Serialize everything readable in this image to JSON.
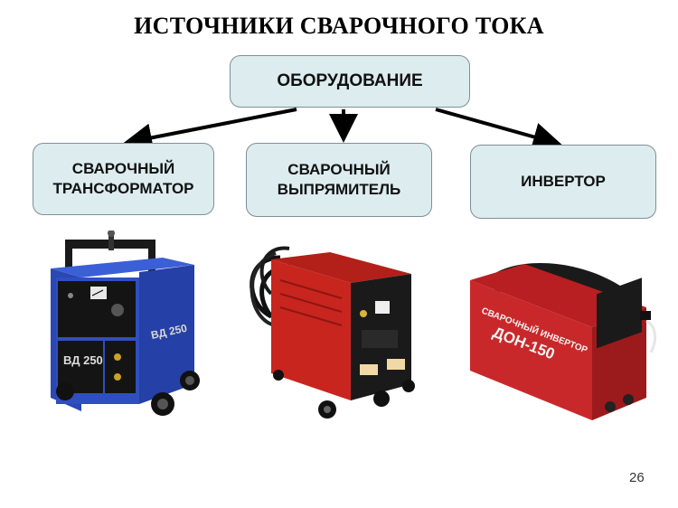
{
  "title": "ИСТОЧНИКИ СВАРОЧНОГО ТОКА",
  "root": {
    "label": "ОБОРУДОВАНИЕ"
  },
  "children": [
    {
      "lines": [
        "СВАРОЧНЫЙ",
        "ТРАНСФОРМАТОР"
      ]
    },
    {
      "lines": [
        "СВАРОЧНЫЙ",
        "ВЫПРЯМИТЕЛЬ"
      ]
    },
    {
      "lines": [
        "ИНВЕРТОР"
      ]
    }
  ],
  "photos": {
    "transformer_label": "ВД 250",
    "inverter_label_line1": "СВАРОЧНЫЙ ИНВЕРТОР",
    "inverter_label_line2": "ДОН-150"
  },
  "colors": {
    "box_fill": "#dcecef",
    "box_border": "#7f8f96",
    "transformer_body": "#2f4fc0",
    "rectifier_body": "#c8251f",
    "inverter_body": "#c9282a"
  },
  "page_number": "26"
}
